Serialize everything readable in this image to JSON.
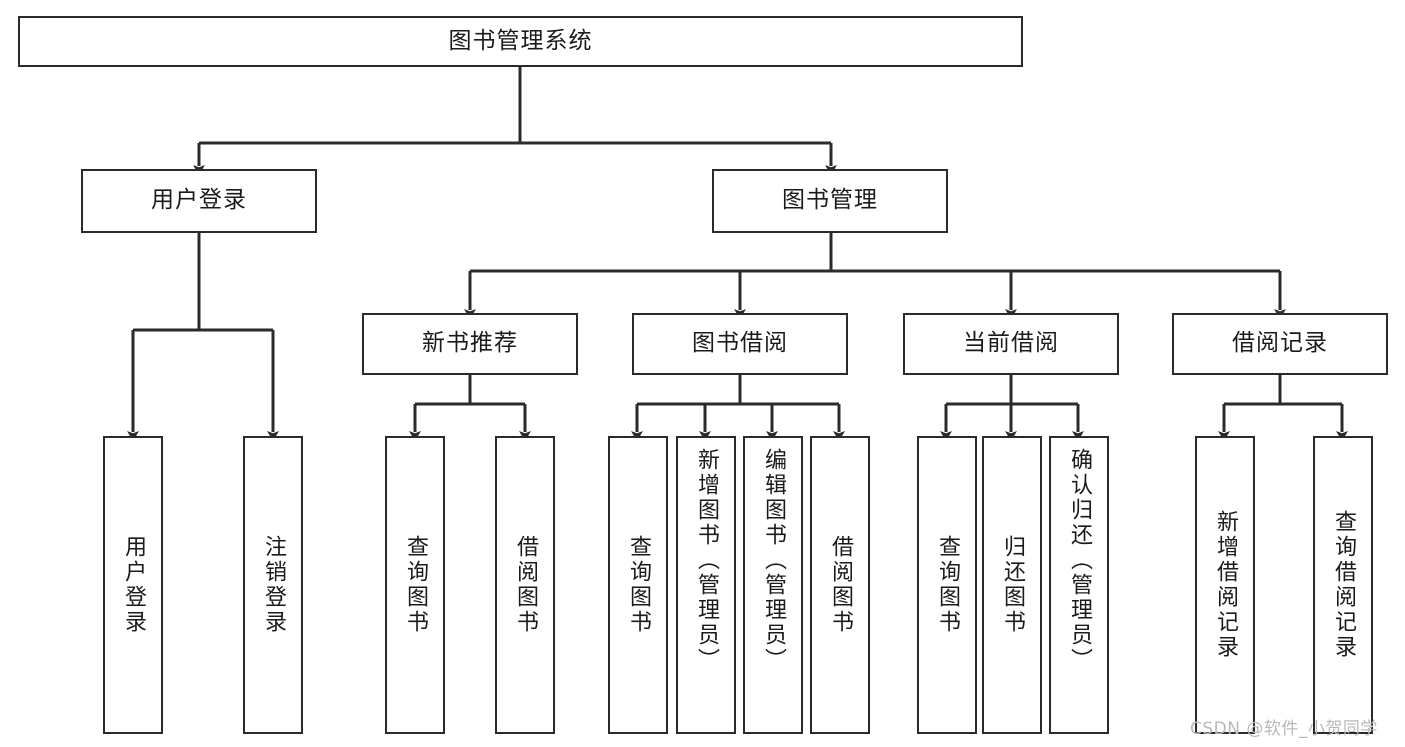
{
  "diagram": {
    "type": "tree",
    "title": "图书管理系统",
    "orientation": "top-down",
    "colors": {
      "box_border": "#2b2b2b",
      "box_fill": "#ffffff",
      "connector": "#2b2b2b",
      "background": "#ffffff",
      "watermark": "#b9b9b9"
    }
  },
  "root": {
    "label": "图书管理系统"
  },
  "level2": [
    {
      "label": "用户登录"
    },
    {
      "label": "图书管理"
    }
  ],
  "level3": [
    {
      "label": "新书推荐"
    },
    {
      "label": "图书借阅"
    },
    {
      "label": "当前借阅"
    },
    {
      "label": "借阅记录"
    }
  ],
  "leaves": {
    "user_login": [
      {
        "label": "用户登录"
      },
      {
        "label": "注销登录"
      }
    ],
    "new_book_recommend": [
      {
        "label": "查询图书"
      },
      {
        "label": "借阅图书"
      }
    ],
    "book_borrow": [
      {
        "label": "查询图书"
      },
      {
        "label": "新增图书（管理员）"
      },
      {
        "label": "编辑图书（管理员）"
      },
      {
        "label": "借阅图书"
      }
    ],
    "current_borrow": [
      {
        "label": "查询图书"
      },
      {
        "label": "归还图书"
      },
      {
        "label": "确认归还（管理员）"
      }
    ],
    "borrow_record": [
      {
        "label": "新增借阅记录"
      },
      {
        "label": "查询借阅记录"
      }
    ]
  },
  "watermark": {
    "text": "CSDN @软件_小贺同学"
  }
}
